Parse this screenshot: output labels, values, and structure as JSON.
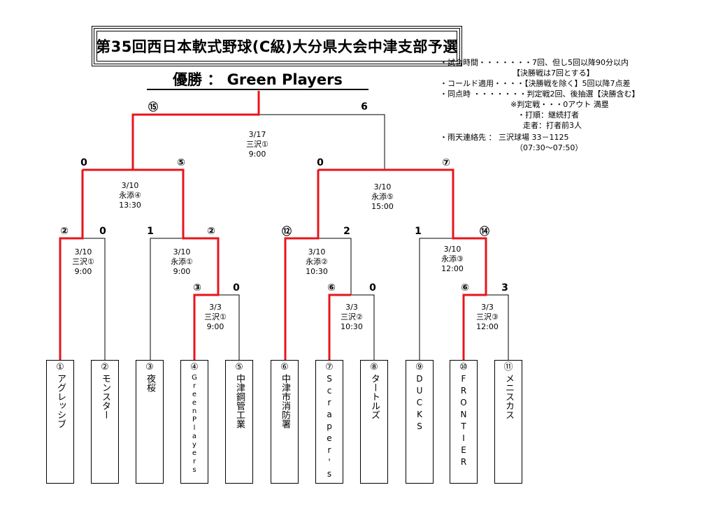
{
  "title": "第35回西日本軟式野球(C級)大分県大会中津支部予選",
  "winner_line": "優勝 ： Green Players",
  "rules": [
    "・試合時間・・・・・・・7回、但し5回以降90分以内",
    "【決勝戦は7回とする】",
    "・コールド適用・・・・【決勝戦を除く】5回以降7点差",
    "・同点時 ・・・・・・・判定戦2回、後抽選【決勝含む】",
    "※判定戦・・・0アウト 満塁",
    "・打順：継続打者",
    "走者：打者前3人",
    "・雨天連絡先 ： 三沢球場 33－1125",
    "（07:30〜07:50）"
  ],
  "teams": [
    {
      "num": "①",
      "name": "アグレッシブ"
    },
    {
      "num": "②",
      "name": "モンスター"
    },
    {
      "num": "③",
      "name": "夜桜"
    },
    {
      "num": "④",
      "name": "GreenPlayers"
    },
    {
      "num": "⑤",
      "name": "中津鋼管工業"
    },
    {
      "num": "⑥",
      "name": "中津市消防署"
    },
    {
      "num": "⑦",
      "name": "Scraper's"
    },
    {
      "num": "⑧",
      "name": "タートルズ"
    },
    {
      "num": "⑨",
      "name": "DUCKS"
    },
    {
      "num": "⑩",
      "name": "FRONTIER"
    },
    {
      "num": "⑪",
      "name": "メニスカス"
    }
  ],
  "scores": {
    "g1a": "③",
    "g1b": "0",
    "g2a": "⑥",
    "g2b": "0",
    "g3a": "⑥",
    "g3b": "3",
    "g4a": "②",
    "g4b": "0",
    "g5a": "1",
    "g5b": "②",
    "g6a": "⑫",
    "g6b": "2",
    "g7a": "1",
    "g7b": "⑭",
    "g8a": "0",
    "g8b": "⑤",
    "g9a": "0",
    "g9b": "⑦",
    "fa": "⑮",
    "fb": "6"
  },
  "games": {
    "g1": [
      "3/3",
      "三沢①",
      "9:00"
    ],
    "g2": [
      "3/3",
      "三沢②",
      "10:30"
    ],
    "g3": [
      "3/3",
      "三沢③",
      "12:00"
    ],
    "g4": [
      "3/10",
      "三沢①",
      "9:00"
    ],
    "g5": [
      "3/10",
      "永添①",
      "9:00"
    ],
    "g6": [
      "3/10",
      "永添②",
      "10:30"
    ],
    "g7": [
      "3/10",
      "永添③",
      "12:00"
    ],
    "g8": [
      "3/10",
      "永添④",
      "13:30"
    ],
    "g9": [
      "3/10",
      "永添⑤",
      "15:00"
    ],
    "final": [
      "3/17",
      "三沢①",
      "9:00"
    ]
  },
  "colors": {
    "winner_path": "#e8141b",
    "line": "#000000"
  }
}
